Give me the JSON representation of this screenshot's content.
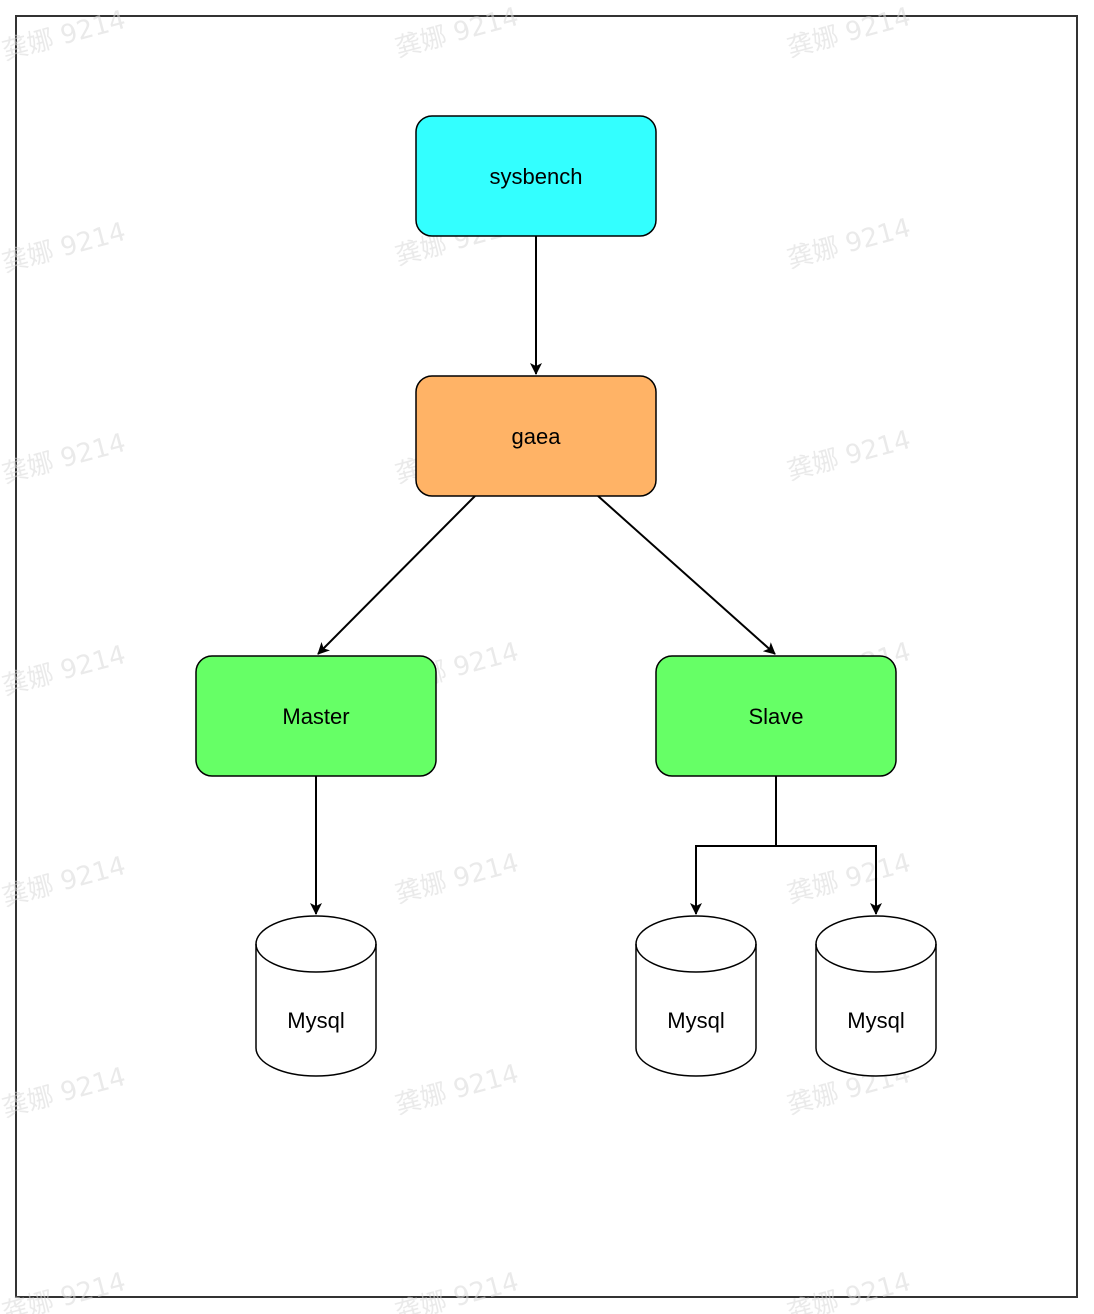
{
  "diagram": {
    "nodes": {
      "sysbench": {
        "label": "sysbench",
        "fill": "#33ffff"
      },
      "gaea": {
        "label": "gaea",
        "fill": "#ffb366"
      },
      "master": {
        "label": "Master",
        "fill": "#66ff66"
      },
      "slave": {
        "label": "Slave",
        "fill": "#66ff66"
      },
      "mysql_master": {
        "label": "Mysql"
      },
      "mysql_slave_1": {
        "label": "Mysql"
      },
      "mysql_slave_2": {
        "label": "Mysql"
      }
    },
    "edges": [
      {
        "from": "sysbench",
        "to": "gaea"
      },
      {
        "from": "gaea",
        "to": "master"
      },
      {
        "from": "gaea",
        "to": "slave"
      },
      {
        "from": "master",
        "to": "mysql_master"
      },
      {
        "from": "slave",
        "to": "mysql_slave_1"
      },
      {
        "from": "slave",
        "to": "mysql_slave_2"
      }
    ],
    "watermark_text": "龚娜 9214"
  }
}
